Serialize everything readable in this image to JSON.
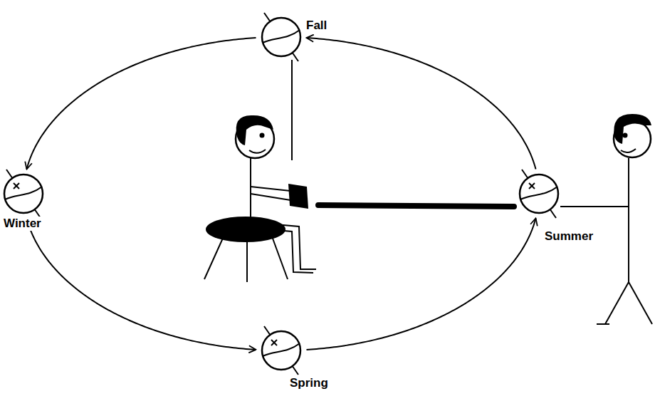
{
  "diagram": {
    "nodes": [
      {
        "text": [
          "Fall"
        ]
      },
      {
        "text": [
          "Winter"
        ]
      },
      {
        "text": [
          "Spring"
        ]
      },
      {
        "text": [
          "Summer"
        ]
      }
    ],
    "edges": [
      {
        "from": 3,
        "to": 0,
        "arrow": "to"
      },
      {
        "from": 0,
        "to": 1,
        "arrow": "to"
      },
      {
        "from": 1,
        "to": 2,
        "arrow": "to"
      },
      {
        "from": 2,
        "to": 3,
        "arrow": "to"
      }
    ]
  }
}
